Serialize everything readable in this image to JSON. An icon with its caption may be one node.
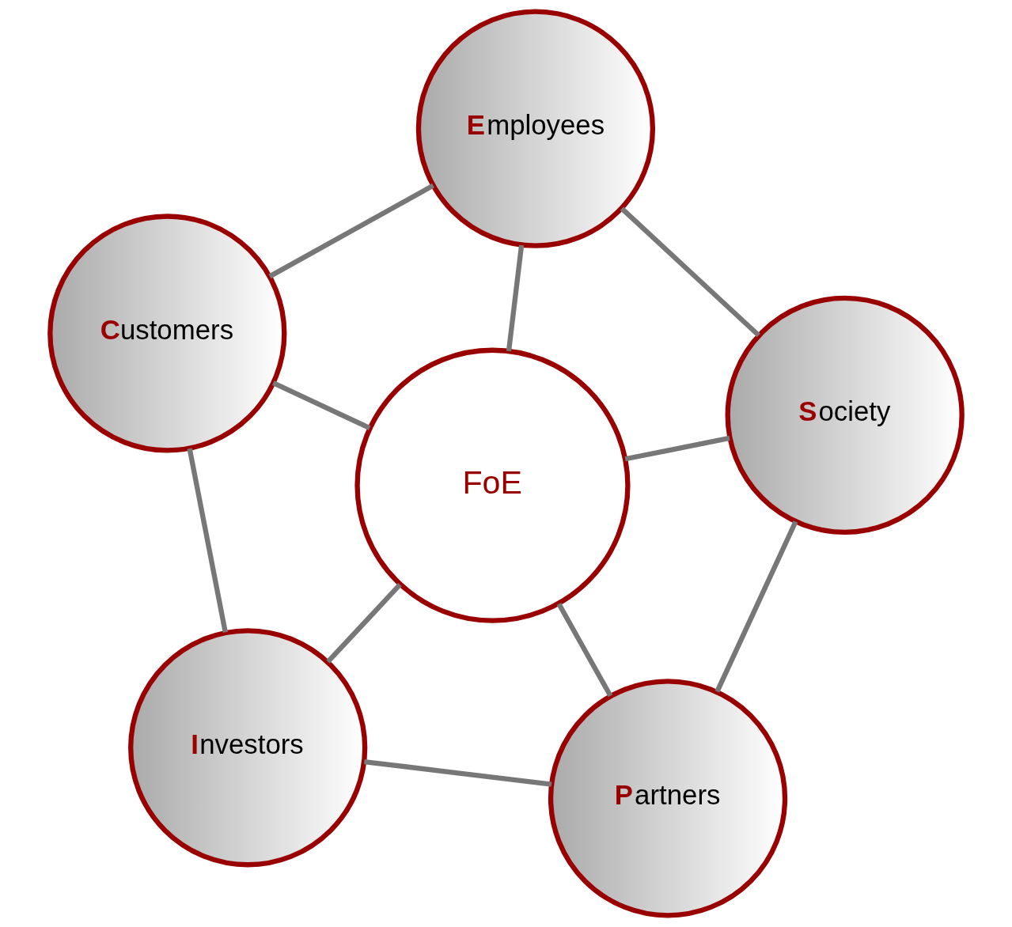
{
  "diagram": {
    "nodes": [
      {
        "text": [
          "Investors"
        ]
      },
      {
        "text": [
          "Partners"
        ]
      },
      {
        "text": [
          "FoE"
        ]
      },
      {
        "text": [
          "Customers"
        ]
      },
      {
        "text": [
          "Society"
        ]
      },
      {
        "text": [
          "Employees"
        ]
      }
    ],
    "edges": [
      {
        "from": 0,
        "to": 1,
        "arrow": "none"
      },
      {
        "from": 0,
        "to": 3,
        "arrow": "none"
      },
      {
        "from": 0,
        "to": 2,
        "arrow": "none"
      },
      {
        "from": 1,
        "to": 2,
        "arrow": "none"
      },
      {
        "from": 3,
        "to": 2,
        "arrow": "none"
      },
      {
        "from": 1,
        "to": 4,
        "arrow": "none"
      },
      {
        "from": 3,
        "to": 5,
        "arrow": "none"
      },
      {
        "from": 2,
        "to": 4,
        "arrow": "none"
      },
      {
        "from": 2,
        "to": 5,
        "arrow": "none"
      },
      {
        "from": 4,
        "to": 5,
        "arrow": "none"
      }
    ]
  }
}
